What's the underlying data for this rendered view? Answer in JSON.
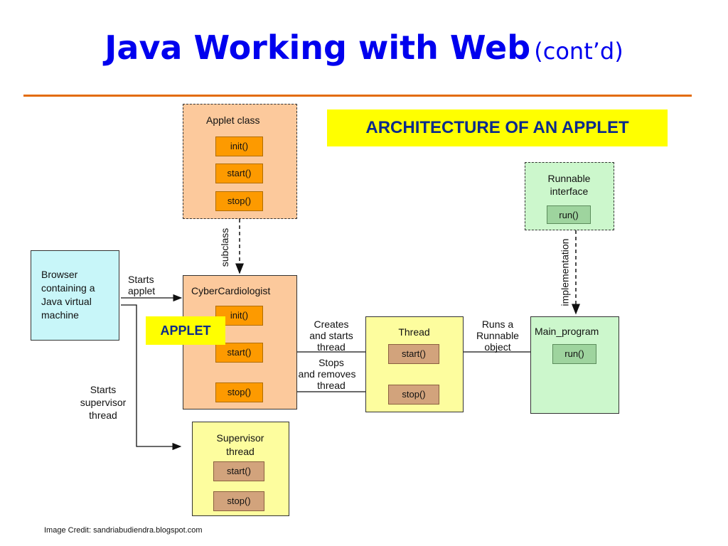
{
  "slide": {
    "title_main": "Java Working with Web",
    "title_sub": "(cont’d)",
    "credit": "Image Credit:  sandriabudiendra.blogspot.com"
  },
  "callouts": {
    "architecture": "ARCHITECTURE OF AN APPLET",
    "applet": "APPLET"
  },
  "diagram": {
    "applet_class": {
      "title": "Applet class",
      "methods": [
        "init()",
        "start()",
        "stop()"
      ]
    },
    "runnable": {
      "title_line1": "Runnable",
      "title_line2": "interface",
      "method": "run()"
    },
    "browser": {
      "line1": "Browser",
      "line2": "containing a",
      "line3": "Java virtual",
      "line4": "machine"
    },
    "cyber": {
      "title": "CyberCardiologist",
      "methods": [
        "init()",
        "start()",
        "stop()"
      ]
    },
    "thread": {
      "title": "Thread",
      "methods": [
        "start()",
        "stop()"
      ]
    },
    "main_program": {
      "title": "Main_program",
      "method": "run()"
    },
    "supervisor": {
      "title_line1": "Supervisor",
      "title_line2": "thread",
      "methods": [
        "start()",
        "stop()"
      ]
    },
    "arrow_labels": {
      "subclass": "subclass",
      "implementation": "implementation",
      "starts_applet_1": "Starts",
      "starts_applet_2": "applet",
      "creates_1": "Creates",
      "creates_2": "and starts",
      "creates_3": "thread",
      "stops_1": "Stops",
      "stops_2": "and removes",
      "stops_3": "thread",
      "runs_1": "Runs a",
      "runs_2": "Runnable",
      "runs_3": "object",
      "supervisor_1": "Starts",
      "supervisor_2": "supervisor",
      "supervisor_3": "thread"
    }
  }
}
